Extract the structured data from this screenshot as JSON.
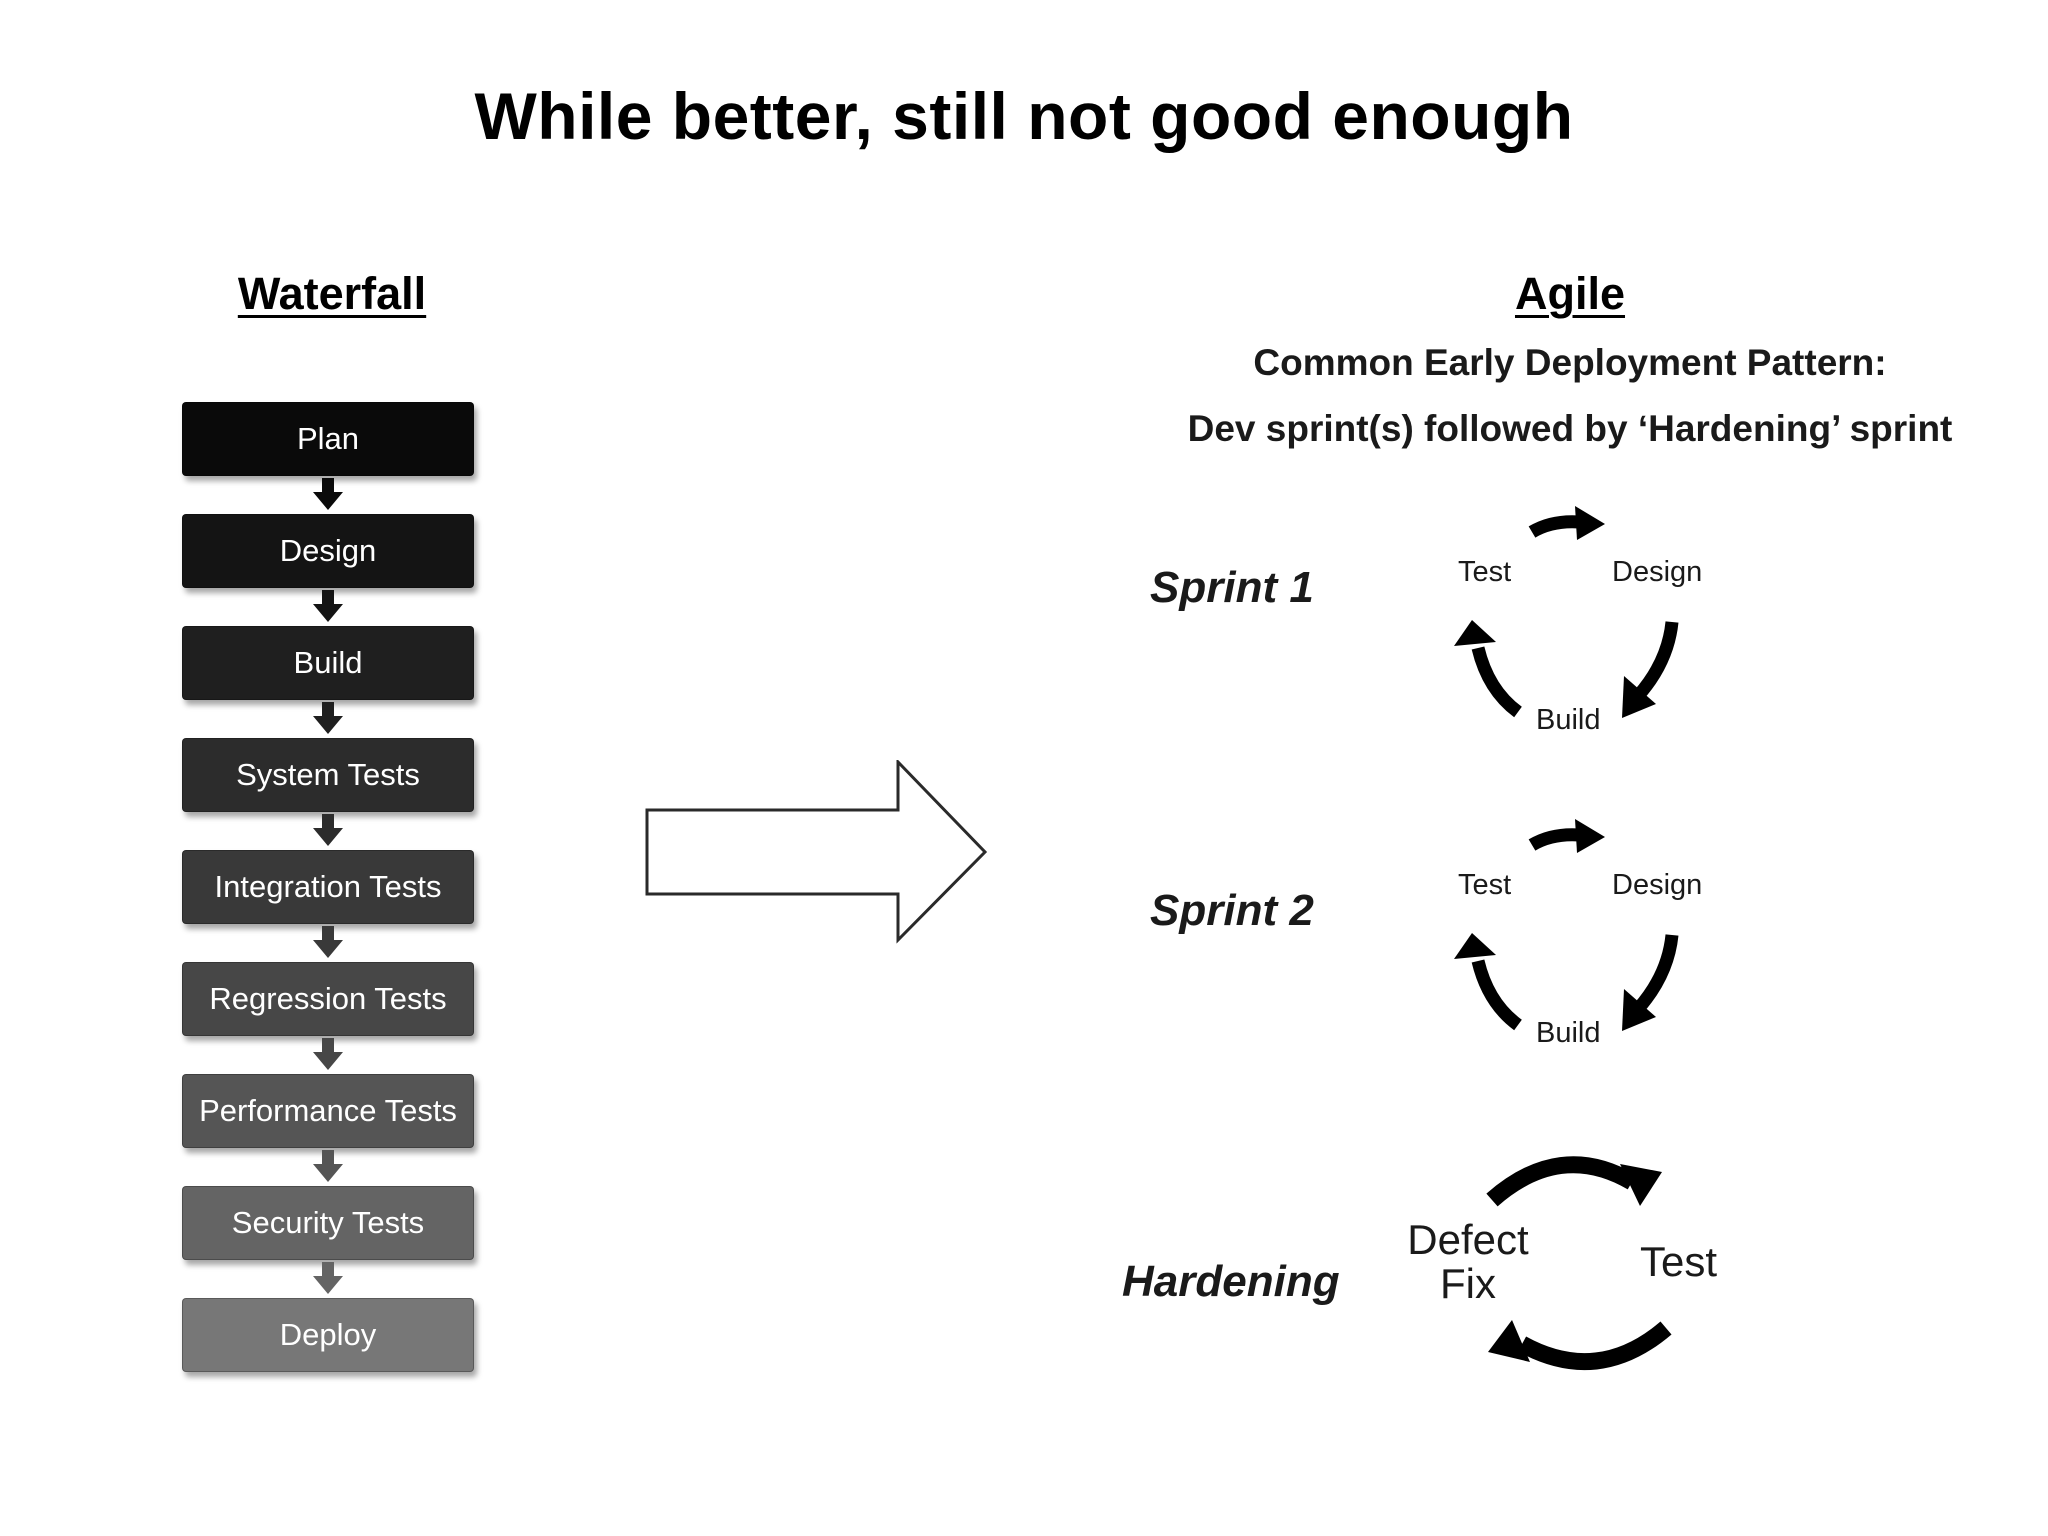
{
  "title": "While better, still not good enough",
  "waterfall": {
    "heading": "Waterfall",
    "steps": [
      {
        "label": "Plan",
        "color": "#0a0a0a"
      },
      {
        "label": "Design",
        "color": "#141414"
      },
      {
        "label": "Build",
        "color": "#1f1f1f"
      },
      {
        "label": "System Tests",
        "color": "#2c2c2c"
      },
      {
        "label": "Integration Tests",
        "color": "#393939"
      },
      {
        "label": "Regression Tests",
        "color": "#474747"
      },
      {
        "label": "Performance Tests",
        "color": "#555555"
      },
      {
        "label": "Security Tests",
        "color": "#646464"
      },
      {
        "label": "Deploy",
        "color": "#777777"
      }
    ]
  },
  "agile": {
    "heading": "Agile",
    "subtitle_line1": "Common Early Deployment Pattern:",
    "subtitle_line2": "Dev sprint(s) followed by ‘Hardening’ sprint",
    "sprints": [
      {
        "label": "Sprint 1",
        "steps": {
          "test": "Test",
          "design": "Design",
          "build": "Build"
        }
      },
      {
        "label": "Sprint 2",
        "steps": {
          "test": "Test",
          "design": "Design",
          "build": "Build"
        }
      }
    ],
    "hardening": {
      "label": "Hardening",
      "defect_fix_line1": "Defect",
      "defect_fix_line2": "Fix",
      "test": "Test"
    }
  },
  "icons": {
    "transition_arrow": "right-arrow-icon",
    "step_arrow": "down-arrow-icon",
    "cycle_arrow": "curved-arrow-icon"
  }
}
